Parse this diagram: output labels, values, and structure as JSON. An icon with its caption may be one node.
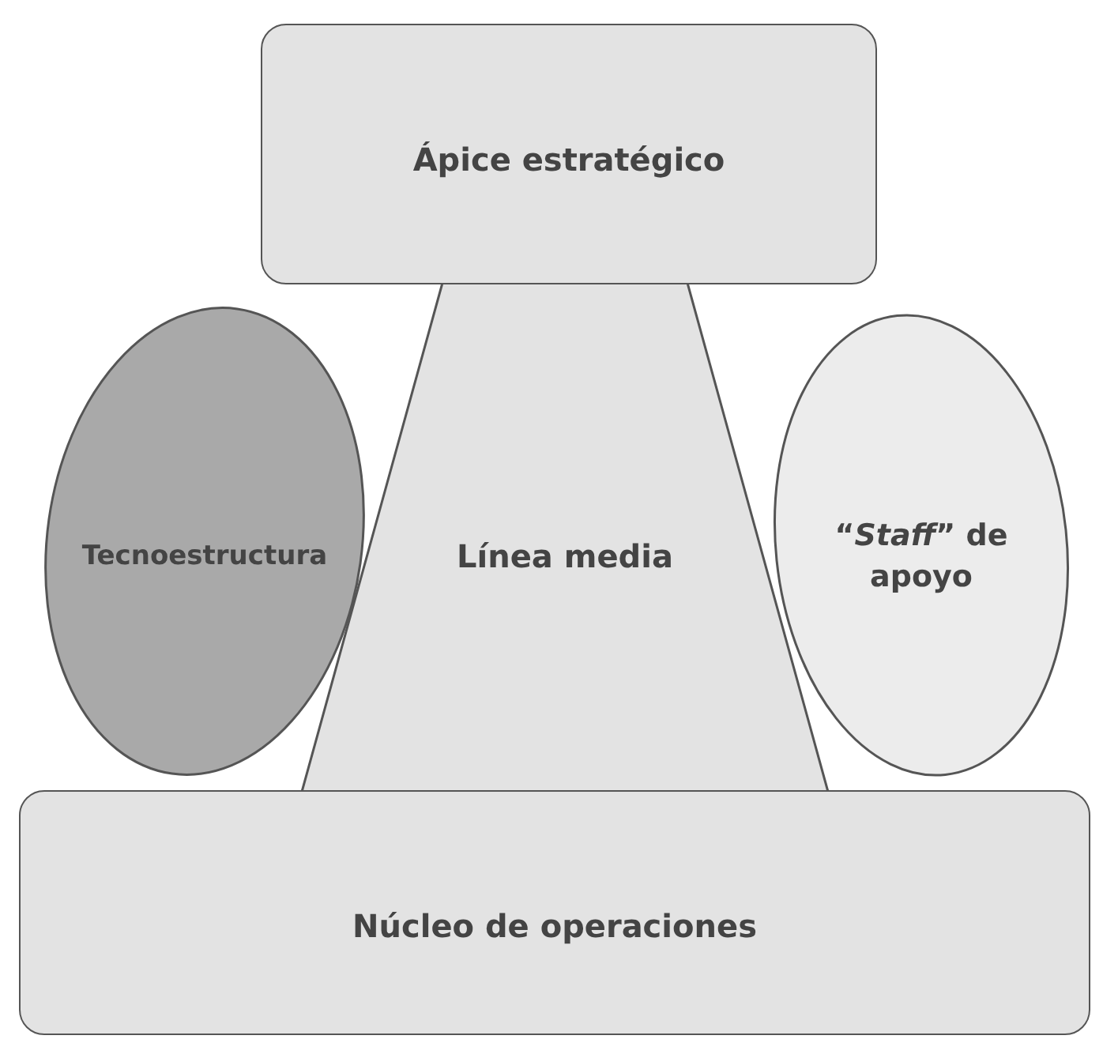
{
  "diagram": {
    "nodes": [
      {
        "text": [
          "Ápice estratégico"
        ]
      },
      {
        "text": [
          "Línea media"
        ]
      },
      {
        "text": [
          "Tecnoestructura"
        ]
      },
      {
        "text": [
          "“*Staff*” de apoyo"
        ]
      },
      {
        "text": [
          "Núcleo de operaciones"
        ]
      }
    ]
  }
}
